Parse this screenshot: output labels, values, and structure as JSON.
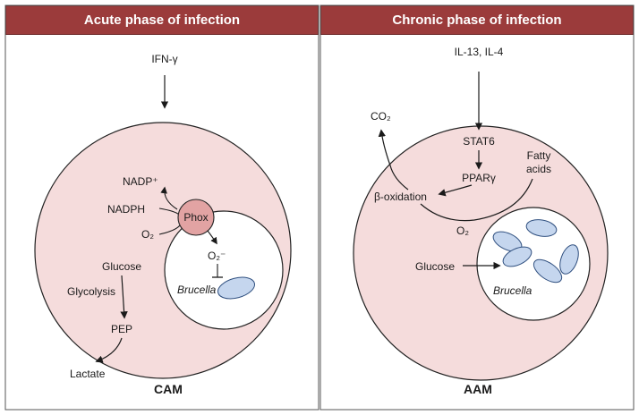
{
  "panels": {
    "acute": {
      "title": "Acute phase of infection",
      "stimulus": "IFN-γ",
      "nadp_plus": "NADP⁺",
      "nadph": "NADPH",
      "phox": "Phox",
      "o2": "O₂",
      "superoxide": "O₂⁻",
      "glucose": "Glucose",
      "glycolysis": "Glycolysis",
      "pep": "PEP",
      "lactate": "Lactate",
      "pathogen": "Brucella",
      "cell_type": "CAM"
    },
    "chronic": {
      "title": "Chronic phase of infection",
      "stimulus": "IL-13, IL-4",
      "co2": "CO₂",
      "stat6": "STAT6",
      "ppar": "PPARγ",
      "fatty": "Fatty",
      "acids": "acids",
      "beta_oxidation": "β-oxidation",
      "o2": "O₂",
      "glucose": "Glucose",
      "pathogen": "Brucella",
      "cell_type": "AAM"
    }
  },
  "colors": {
    "header": "#9b3b3b",
    "cell_fill": "#f5dcdc",
    "phox_fill": "#e2a3a3",
    "bacteria_fill": "#c5d6ee",
    "bacteria_stroke": "#2f4f7f"
  }
}
